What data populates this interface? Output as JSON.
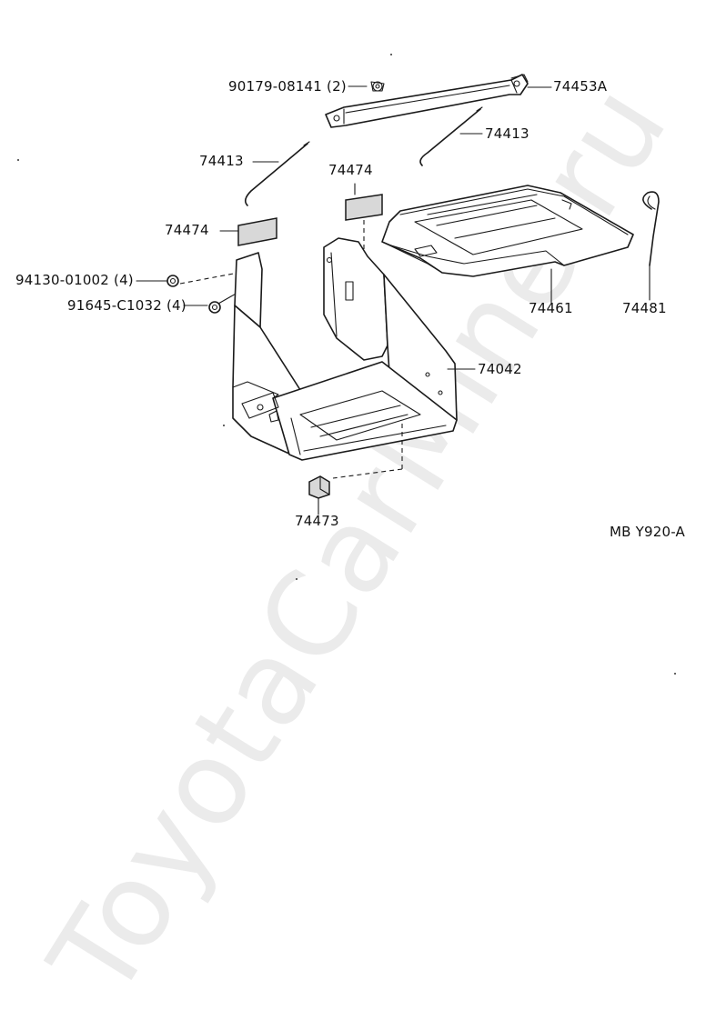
{
  "watermark": "ToyotaCarMine.ru",
  "diagram_code": "MB Y920-A",
  "parts": {
    "p90179": "90179-08141 (2)",
    "p74453a": "74453A",
    "p74413_left": "74413",
    "p74413_right": "74413",
    "p74474_upper": "74474",
    "p74474_left": "74474",
    "p94130": "94130-01002 (4)",
    "p91645": "91645-C1032 (4)",
    "p74461": "74461",
    "p74481": "74481",
    "p74042": "74042",
    "p74473": "74473"
  },
  "colors": {
    "line": "#1a1a1a",
    "pad_fill": "#d8d8d8",
    "watermark": "#ebebeb"
  }
}
